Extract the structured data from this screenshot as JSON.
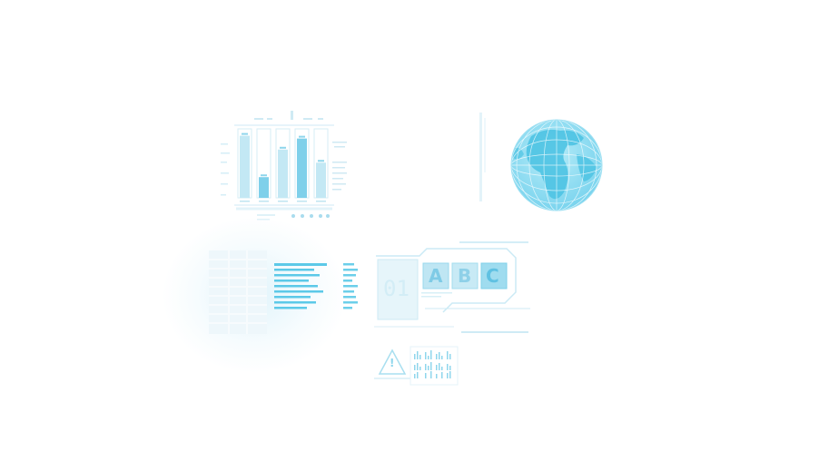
{
  "panels": {
    "abc": {
      "letters": [
        "A",
        "B",
        "C"
      ],
      "code": "01"
    },
    "alert": {
      "symbol": "!"
    }
  },
  "chart_data": {
    "type": "bar",
    "categories": [
      "",
      "",
      "",
      "",
      ""
    ],
    "values": [
      0.9,
      0.3,
      0.7,
      0.86,
      0.51
    ],
    "ylim": [
      0,
      1
    ],
    "grid": true,
    "legend": "none"
  },
  "colors": {
    "accent": "#5cc9e8",
    "accent_light": "#bfe6f3",
    "globe_ocean": "#8fdcf0",
    "globe_land": "#4ec3e3"
  },
  "icons": [
    "globe-icon",
    "warning-triangle-icon"
  ]
}
